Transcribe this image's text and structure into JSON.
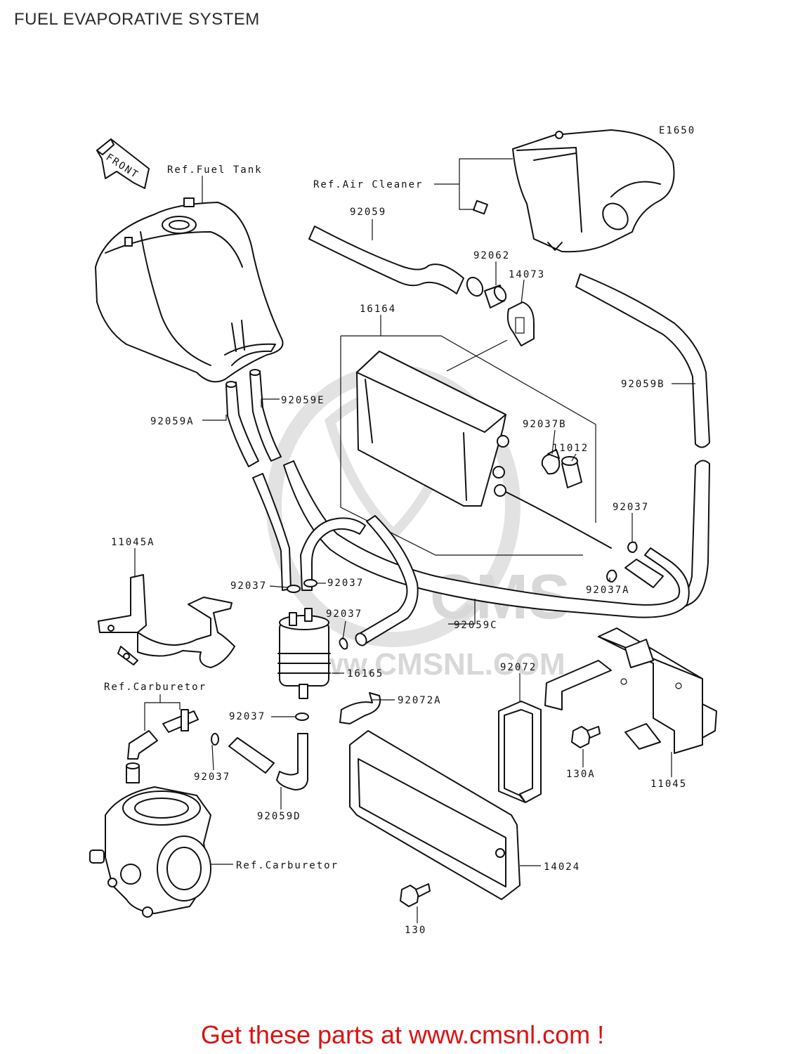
{
  "page": {
    "title": "FUEL EVAPORATIVE SYSTEM",
    "footer": "Get these parts at www.cmsnl.com !"
  },
  "colors": {
    "footer_text": "#dd1111",
    "line": "#111111",
    "watermark": "#d8d8d8"
  },
  "diagram": {
    "code": "E1650",
    "front_arrow": "FRONT",
    "watermark": {
      "brand": "CMS",
      "url": "www.CMSNL.COM"
    },
    "refs": {
      "fuel_tank": "Ref.Fuel Tank",
      "air_cleaner": "Ref.Air Cleaner",
      "carburetor_1": "Ref.Carburetor",
      "carburetor_2": "Ref.Carburetor"
    },
    "parts": {
      "p92059": "92059",
      "p92062": "92062",
      "p14073": "14073",
      "p16164": "16164",
      "p92059B": "92059B",
      "p92059E": "92059E",
      "p92059A": "92059A",
      "p92037B": "92037B",
      "p11012": "11012",
      "p92037_r": "92037",
      "p92037A": "92037A",
      "p11045A": "11045A",
      "p92037_l1": "92037",
      "p92037_l2": "92037",
      "p92037_l3": "92037",
      "p92059C": "92059C",
      "p16165": "16165",
      "p92072": "92072",
      "p92072A": "92072A",
      "p92037_l4": "92037",
      "p92037_l5": "92037",
      "p92059D": "92059D",
      "p130A": "130A",
      "p11045": "11045",
      "p14024": "14024",
      "p130": "130"
    }
  }
}
